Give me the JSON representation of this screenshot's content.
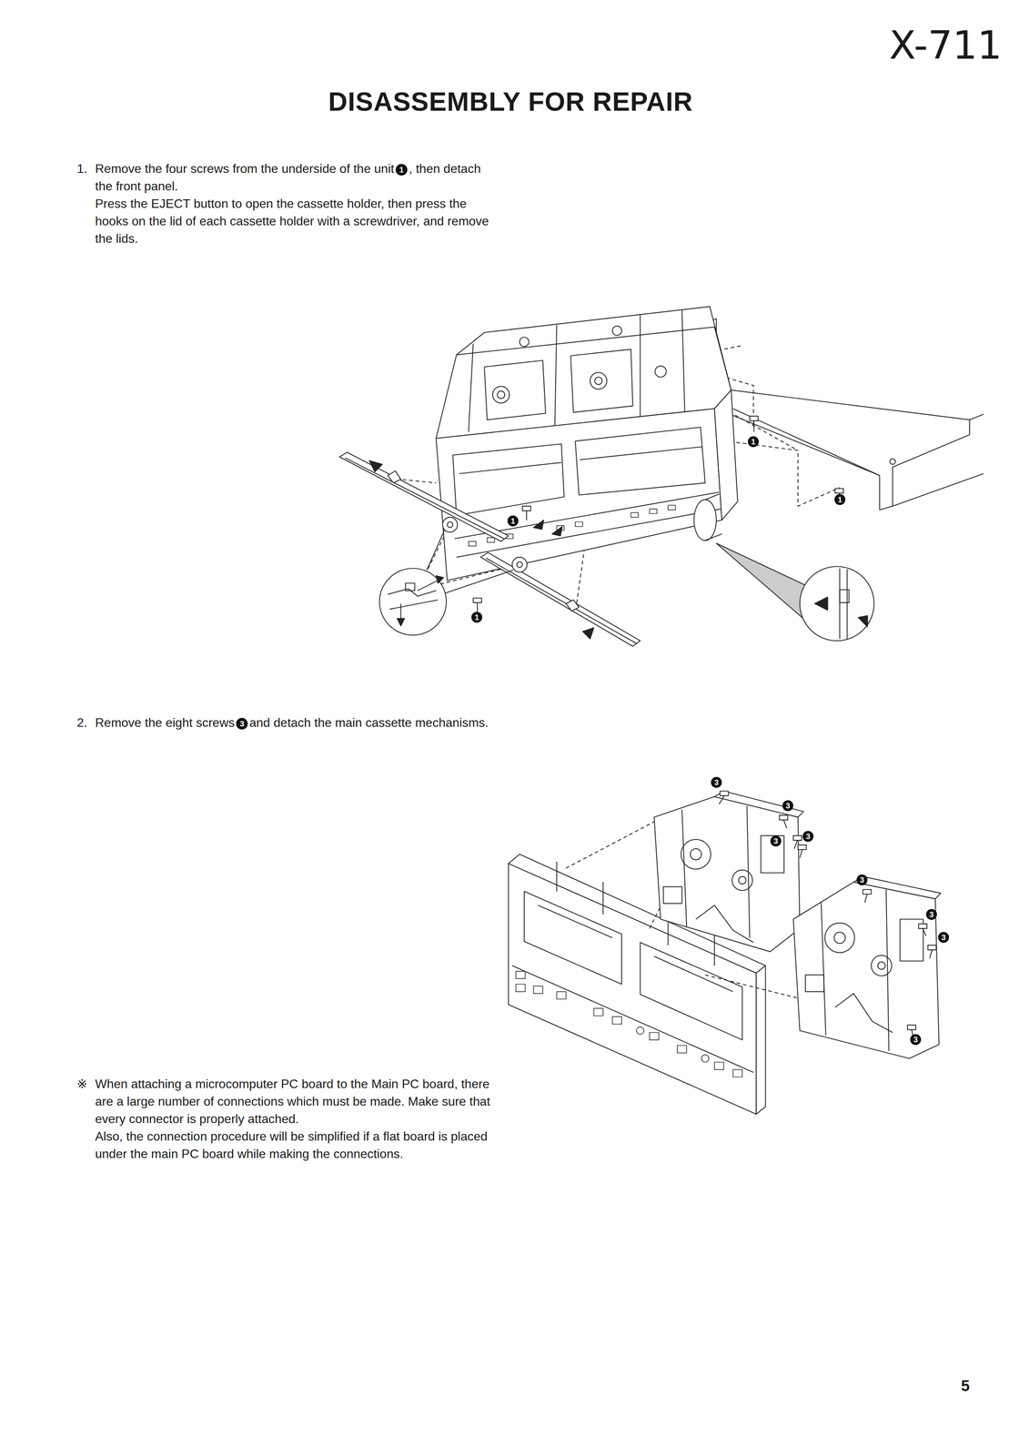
{
  "diagram": {
    "title": "DISASSEMBLY FOR REPAIR",
    "labels": [
      "X-711",
      "1.",
      "Remove the four screws from the underside of the unit",
      "1",
      ", then detach the front panel.",
      "Press the EJECT button to open the cassette holder, then press the hooks on the lid of each cassette holder with a screwdriver, and remove the lids.",
      "1",
      "1",
      "1",
      "1",
      "2.",
      "Remove the eight screws",
      "3",
      "and detach the main cassette mechanisms.",
      "※",
      "When attaching a microcomputer PC board to the Main PC board, there are a large number of connections which must be made. Make sure that every connector is properly attached.",
      "Also, the connection procedure will be simplified if a flat board is placed under the main PC board while making the connections.",
      "3",
      "3",
      "3",
      "3",
      "3",
      "3",
      "3",
      "3",
      "5"
    ]
  }
}
